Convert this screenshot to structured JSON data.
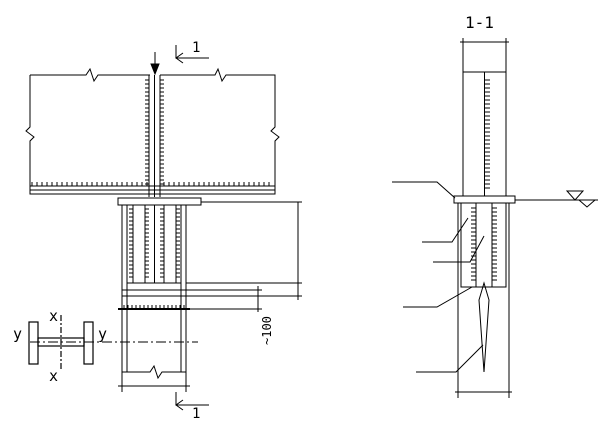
{
  "labels": {
    "section_top": "1",
    "section_bottom": "1",
    "section_title": "1-1",
    "dim_offset": "~100",
    "axis_y_left": "y",
    "axis_y_right": "y",
    "axis_x_top": "x",
    "axis_x_bottom": "x"
  },
  "colors": {
    "line": "#000000",
    "background": "#ffffff"
  }
}
